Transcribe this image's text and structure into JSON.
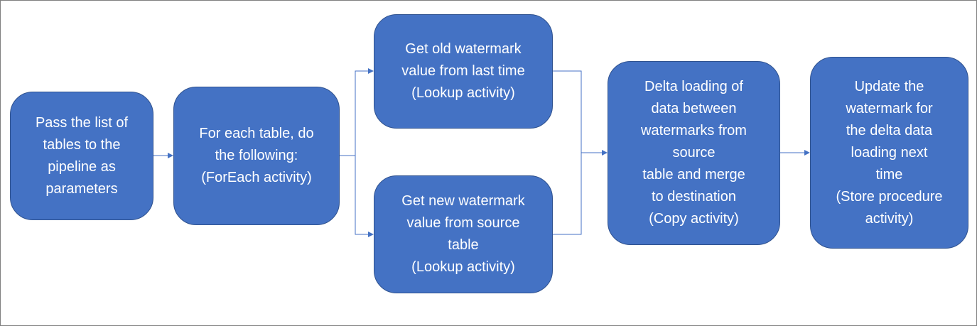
{
  "diagram": {
    "nodes": [
      {
        "id": "pass-list",
        "text": "Pass the list of\ntables to the\npipeline as\nparameters"
      },
      {
        "id": "for-each",
        "text": "For each table, do\nthe following:\n(ForEach activity)"
      },
      {
        "id": "old-watermark",
        "text": "Get old watermark\nvalue from last time\n(Lookup activity)"
      },
      {
        "id": "new-watermark",
        "text": "Get new watermark\nvalue from source\ntable\n(Lookup activity)"
      },
      {
        "id": "delta-loading",
        "text": "Delta loading of\ndata between\nwatermarks from\nsource\ntable and merge\nto destination\n(Copy activity)"
      },
      {
        "id": "update-watermark",
        "text": "Update the\nwatermark for\nthe delta data\nloading next\ntime\n(Store procedure\nactivity)"
      }
    ],
    "edges": [
      {
        "from": "pass-list",
        "to": "for-each"
      },
      {
        "from": "for-each",
        "to": "old-watermark"
      },
      {
        "from": "for-each",
        "to": "new-watermark"
      },
      {
        "from": "old-watermark",
        "to": "delta-loading"
      },
      {
        "from": "new-watermark",
        "to": "delta-loading"
      },
      {
        "from": "delta-loading",
        "to": "update-watermark"
      }
    ],
    "colors": {
      "node_fill": "#4472c4",
      "node_border": "#2f528f",
      "node_text": "#ffffff",
      "connector": "#4472c4",
      "frame": "#7f7f7f"
    }
  }
}
